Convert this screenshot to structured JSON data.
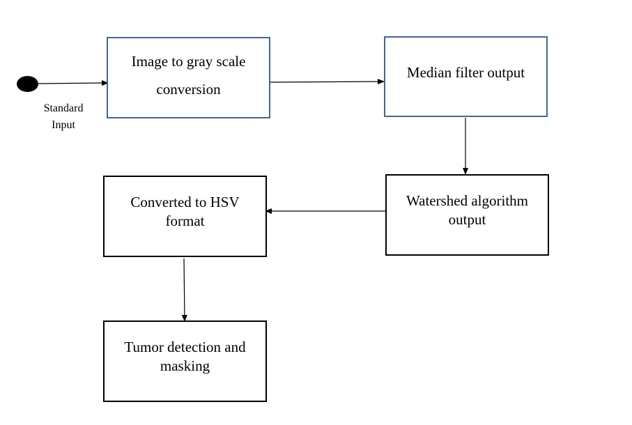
{
  "start": {
    "label_line1": "Standard",
    "label_line2": "Input"
  },
  "nodes": {
    "gray_scale": "Image to gray scale conversion",
    "median": "Median filter output",
    "watershed": "Watershed algorithm output",
    "hsv": "Converted to HSV format",
    "tumor": "Tumor detection and masking"
  },
  "colors": {
    "box_border_blue": "#41669a",
    "box_border_black": "#000000",
    "arrow": "#000000"
  }
}
